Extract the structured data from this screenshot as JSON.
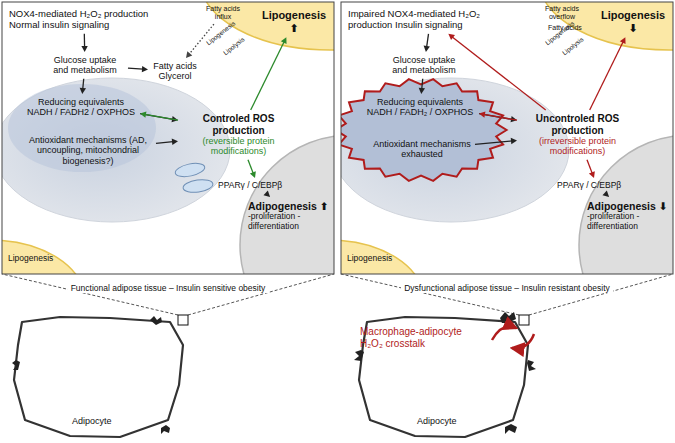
{
  "diagram": {
    "nodes": [
      {
        "text": [
          "Functional adipose tissue – Insulin sensitive obesity"
        ]
      },
      {
        "text": [
          "NOX4-mediated H₂O₂ production Normal insulin signaling"
        ],
        "in": 0
      },
      {
        "text": [
          "Fatty acids influx"
        ],
        "in": 0
      },
      {
        "text": [
          "Lipogenesis ⬆"
        ],
        "in": 0
      },
      {
        "text": [
          "Glucose uptake and metabolism"
        ],
        "in": 0
      },
      {
        "text": [
          "Fatty acids Glycerol"
        ],
        "in": 0
      },
      {
        "text": [
          "Reducing equivalents NADH / FADH2 / OXPHOS"
        ],
        "in": 0
      },
      {
        "text": [
          "Antioxidant mechanisms (AD, uncoupling, mitochondrial biogenesis?)"
        ],
        "in": 0
      },
      {
        "text": [
          "Controled ROS production",
          "(reversible protein modifications)"
        ],
        "in": 0
      },
      {
        "text": [
          "PPARγ / C/EBPβ"
        ],
        "in": 0
      },
      {
        "text": [
          "Adipogenesis ⬆",
          "-proliferation -differentiation"
        ],
        "in": 0
      },
      {
        "text": [
          "Dysfunctional adipose tissue – Insulin resistant obesity"
        ]
      },
      {
        "text": [
          "Impaired NOX4-mediated H₂O₂ production Insulin signaling"
        ],
        "in": 11
      },
      {
        "text": [
          "Fatty acids overflow"
        ],
        "in": 11
      },
      {
        "text": [
          "Lipogenesis ⬇"
        ],
        "in": 11
      },
      {
        "text": [
          "Glucose uptake and metabolism"
        ],
        "in": 11
      },
      {
        "text": [
          "Reducing equivalents NADH / FADH₂ / OXPHOS"
        ],
        "in": 11
      },
      {
        "text": [
          "Antioxidant mechanisms exhausted"
        ],
        "in": 11
      },
      {
        "text": [
          "Uncontroled ROS production",
          "(irreversible protein modifications)"
        ],
        "in": 11
      },
      {
        "text": [
          "PPARγ / C/EBPβ"
        ],
        "in": 11
      },
      {
        "text": [
          "Adipogenesis ⬇",
          "-proliferation -differentiation"
        ],
        "in": 11
      }
    ],
    "edges": [
      {
        "from": 1,
        "to": 4,
        "arrow": "to"
      },
      {
        "from": 4,
        "to": 5,
        "arrow": "to"
      },
      {
        "from": 4,
        "to": 6,
        "arrow": "to"
      },
      {
        "from": 6,
        "to": 8,
        "arrow": "to"
      },
      {
        "from": 7,
        "to": 8,
        "arrow": "to"
      },
      {
        "from": 8,
        "to": 6,
        "arrow": "to"
      },
      {
        "from": 8,
        "to": 3,
        "arrow": "to"
      },
      {
        "from": 8,
        "to": 9,
        "arrow": "to"
      },
      {
        "from": 9,
        "to": 10,
        "arrow": "to"
      },
      {
        "from": 2,
        "to": 5,
        "arrow": "to"
      },
      {
        "from": 12,
        "to": 15,
        "arrow": "to"
      },
      {
        "from": 15,
        "to": 16,
        "arrow": "to"
      },
      {
        "from": 16,
        "to": 18,
        "arrow": "to"
      },
      {
        "from": 17,
        "to": 18,
        "arrow": "to"
      },
      {
        "from": 18,
        "to": 16,
        "arrow": "to"
      },
      {
        "from": 18,
        "to": 14,
        "arrow": "to"
      },
      {
        "from": 18,
        "to": 12,
        "arrow": "to"
      },
      {
        "from": 18,
        "to": 19,
        "arrow": "to"
      },
      {
        "from": 19,
        "to": 20,
        "arrow": "to"
      }
    ],
    "labels": [
      "Lipogenesis",
      "Lipolysis",
      "Lipogenesis",
      "Fatty acids",
      "Lipogenesis",
      "Lipolysis",
      "Lipogenesis",
      "Adipocyte",
      "Adipocyte",
      "Macrophage-adipocyte H₂O₂ crosstalk"
    ]
  }
}
